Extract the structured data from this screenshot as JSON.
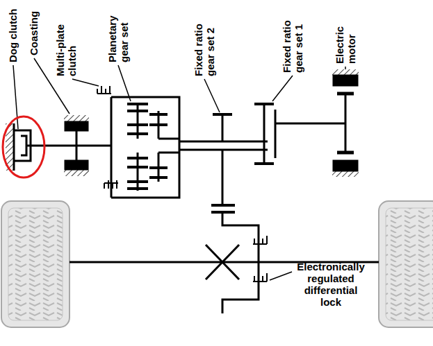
{
  "diagram": {
    "labels": [
      "Dog clutch",
      "Coasting",
      "Multi-plate clutch",
      "Planetary gear set",
      "Fixed ratio gear set 2",
      "Fixed ratio gear set 1",
      "Electric motor",
      "Electronically regulated differential lock"
    ]
  }
}
